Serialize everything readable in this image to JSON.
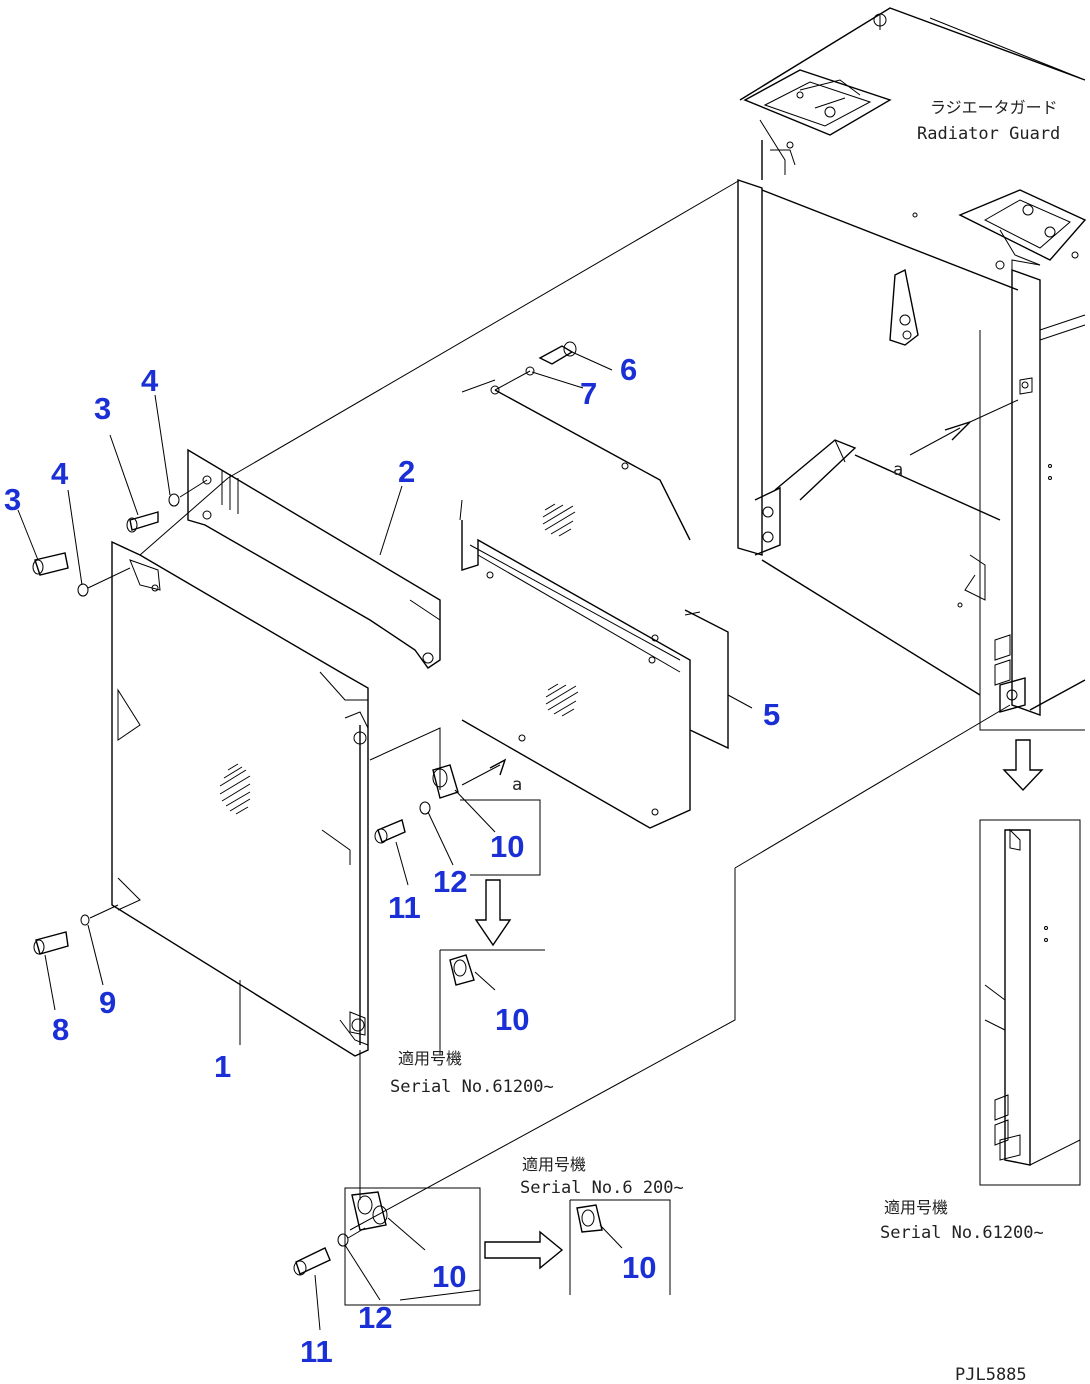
{
  "annotations": {
    "radiator_guard_jp": "ラジエータガード",
    "radiator_guard_en": "Radiator Guard",
    "serial_jp": "適用号機",
    "serial_center": "Serial No.61200~",
    "serial_bottom": "Serial No.6 200~",
    "serial_right": "Serial No.61200~",
    "detail_letter": "a",
    "drawing_code": "PJL5885"
  },
  "callouts": [
    {
      "id": "c1",
      "label": "1"
    },
    {
      "id": "c2",
      "label": "2"
    },
    {
      "id": "c3a",
      "label": "3"
    },
    {
      "id": "c3b",
      "label": "3"
    },
    {
      "id": "c4a",
      "label": "4"
    },
    {
      "id": "c4b",
      "label": "4"
    },
    {
      "id": "c5",
      "label": "5"
    },
    {
      "id": "c6",
      "label": "6"
    },
    {
      "id": "c7",
      "label": "7"
    },
    {
      "id": "c8",
      "label": "8"
    },
    {
      "id": "c9",
      "label": "9"
    },
    {
      "id": "c10a",
      "label": "10"
    },
    {
      "id": "c10b",
      "label": "10"
    },
    {
      "id": "c10c",
      "label": "10"
    },
    {
      "id": "c10d",
      "label": "10"
    },
    {
      "id": "c11a",
      "label": "11"
    },
    {
      "id": "c11b",
      "label": "11"
    },
    {
      "id": "c12a",
      "label": "12"
    },
    {
      "id": "c12b",
      "label": "12"
    }
  ]
}
